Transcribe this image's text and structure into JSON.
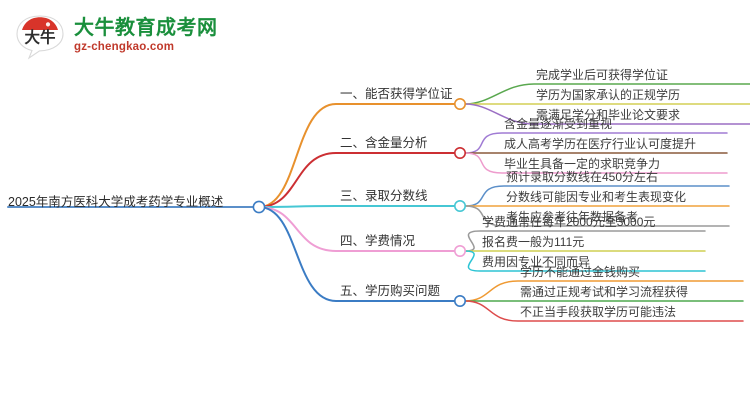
{
  "logo": {
    "mark_text": "大牛",
    "title": "大牛教育成考网",
    "domain": "gz-chengkao.com",
    "title_color": "#1a8f3c",
    "domain_color": "#c0392b",
    "mark_arc_color": "#d8342a"
  },
  "mindmap": {
    "root": {
      "label": "2025年南方医科大学成考药学专业概述",
      "node_color": "#3b7cc4"
    },
    "branches": [
      {
        "label": "一、能否获得学位证",
        "color": "#e8912d",
        "node_color": "#e8912d",
        "children": [
          {
            "label": "完成学业后可获得学位证",
            "color": "#5aa84f"
          },
          {
            "label": "学历为国家承认的正规学历",
            "color": "#d4cf55"
          },
          {
            "label": "需满足学分和毕业论文要求",
            "color": "#9b6fc4"
          }
        ]
      },
      {
        "label": "二、含金量分析",
        "color": "#cc2f33",
        "node_color": "#cc2f33",
        "children": [
          {
            "label": "含金量逐渐受到重视",
            "color": "#a07bd4"
          },
          {
            "label": "成人高考学历在医疗行业认可度提升",
            "color": "#8a5a3c"
          },
          {
            "label": "毕业生具备一定的求职竞争力",
            "color": "#ee9ccd"
          }
        ]
      },
      {
        "label": "三、录取分数线",
        "color": "#46c7d4",
        "node_color": "#46c7d4",
        "children": [
          {
            "label": "预计录取分数线在450分左右",
            "color": "#5b8fc9"
          },
          {
            "label": "分数线可能因专业和考生表现变化",
            "color": "#f0a23c"
          },
          {
            "label": "考生应参考往年数据备考",
            "color": "#9a9a9a"
          }
        ]
      },
      {
        "label": "四、学费情况",
        "color": "#ef9ed4",
        "node_color": "#ef9ed4",
        "children": [
          {
            "label": "学费通常在每年2000元至3000元",
            "color": "#9a9a9a"
          },
          {
            "label": "报名费一般为111元",
            "color": "#cfcf52"
          },
          {
            "label": "费用因专业不同而异",
            "color": "#2dc4d4"
          }
        ]
      },
      {
        "label": "五、学历购买问题",
        "color": "#3b7cc4",
        "node_color": "#3b7cc4",
        "children": [
          {
            "label": "学历不能通过金钱购买",
            "color": "#ef9a33"
          },
          {
            "label": "需通过正规考试和学习流程获得",
            "color": "#4fa84f"
          },
          {
            "label": "不正当手段获取学历可能违法",
            "color": "#dd4b4b"
          }
        ]
      }
    ]
  }
}
